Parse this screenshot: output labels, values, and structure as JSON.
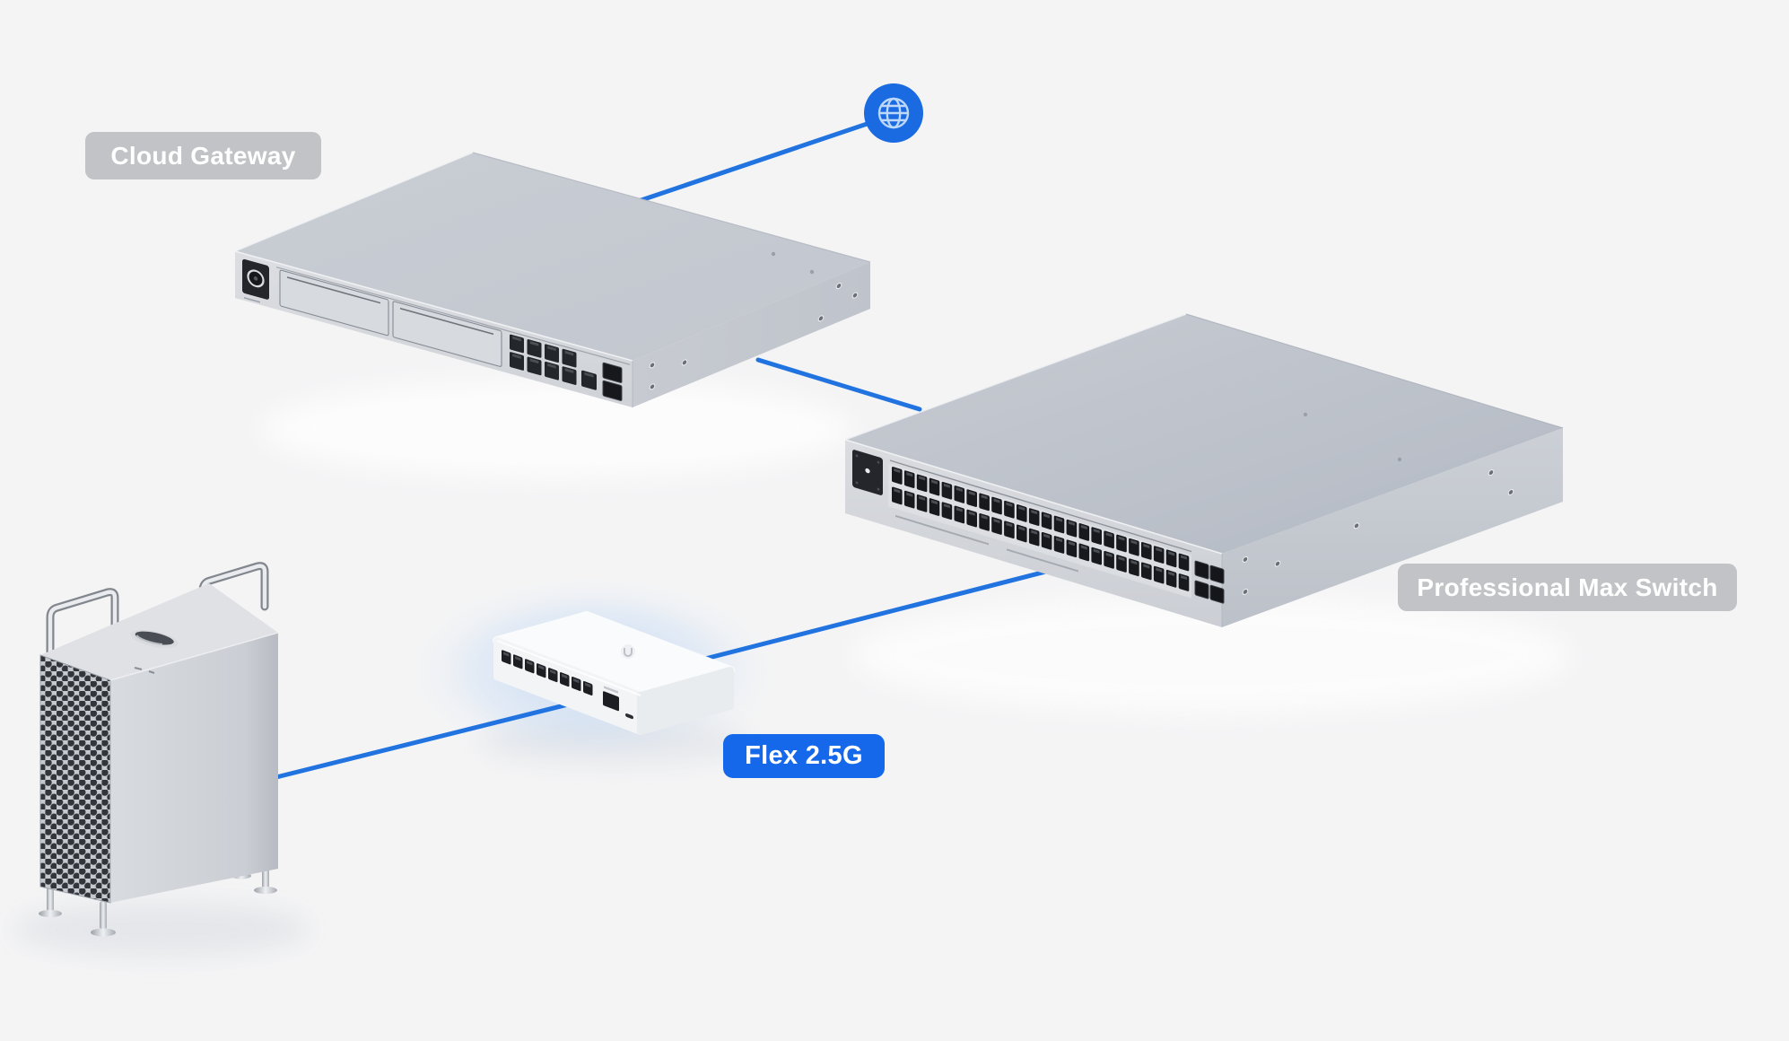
{
  "scene": {
    "background": "#f4f4f5",
    "connection_blue": "#2173e0",
    "badge_gray": "#c2c3c6",
    "badge_blue": "#1568ea",
    "globe_blue": "#1a6be2",
    "globe_glyph_color": "#bdd8f8"
  },
  "devices": {
    "cloud_gateway": {
      "label": "Cloud Gateway",
      "rj45_lan_ports": 8,
      "wan_rj45_ports": 1,
      "sfp_ports": 2,
      "drive_bays": 2
    },
    "pro_max_switch": {
      "label": "Professional Max Switch",
      "rj45_ports": 48,
      "sfp_ports": 4
    },
    "flex_switch": {
      "label": "Flex 2.5G",
      "rj45_ports": 8,
      "uplink_rj45_ports": 1
    },
    "workstation": {
      "type": "desktop-tower"
    }
  },
  "icons": {
    "internet": "globe"
  }
}
